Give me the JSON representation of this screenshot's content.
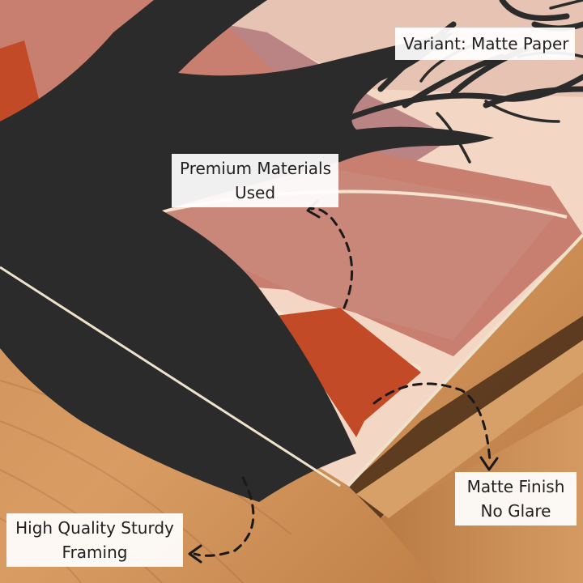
{
  "labels": {
    "variant": "Variant: Matte Paper",
    "premium_line1": "Premium Materials",
    "premium_line2": "Used",
    "matte_line1": "Matte Finish",
    "matte_line2": "No Glare",
    "framing_line1": "High Quality Sturdy",
    "framing_line2": "Framing"
  },
  "colors": {
    "tree": "#2b2b2b",
    "sky": "#f3d6c4",
    "dusty_rose": "#c97f6f",
    "mauve": "#b98483",
    "terracotta": "#c34a26",
    "wood_light": "#d89a60",
    "wood_dark": "#a9683a",
    "frame": "#c98b55"
  }
}
